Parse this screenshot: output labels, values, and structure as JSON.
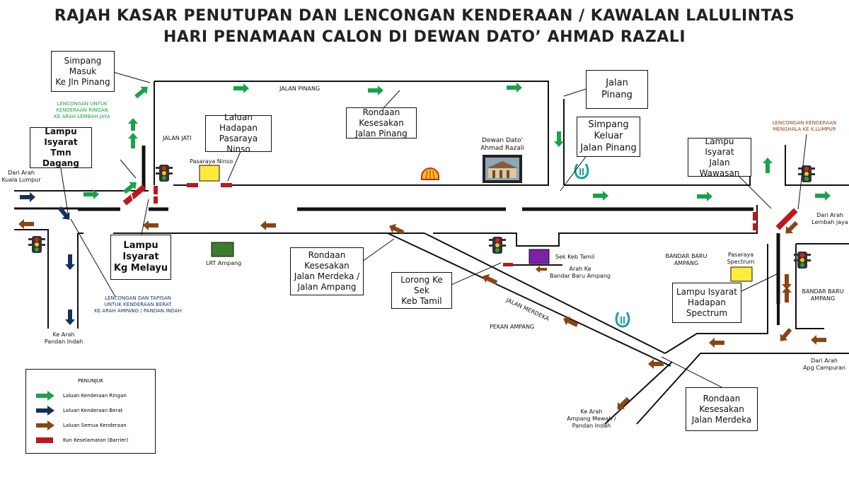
{
  "title_line1": "RAJAH KASAR PENUTUPAN DAN LENCONGAN KENDERAAN / KAWALAN LALULINTAS",
  "title_line2": "HARI PENAMAAN CALON DI DEWAN DATO’ AHMAD RAZALI",
  "colors": {
    "light_vehicle": "#1aa24a",
    "heavy_vehicle": "#13305e",
    "all_vehicle": "#8b4513",
    "barrier": "#c0161b",
    "road": "#111111"
  },
  "callouts": {
    "simpang_masuk": "Simpang Masuk\nKe Jln Pinang",
    "lampu_tmn_dagang": "Lampu Isyarat\nTmn Dagang",
    "laluan_hadapan_ninso": "Laluan Hadapan\nPasaraya Ninso",
    "rondaan_jalan_pinang": "Rondaan Kesesakan\nJalan Pinang",
    "jalan_pinang": "Jalan\nPinang",
    "simpang_keluar": "Simpang\nKeluar\nJalan Pinang",
    "lampu_wawasan": "Lampu\nIsyarat\nJalan Wawasan",
    "lampu_kg_melayu": "Lampu\nIsyarat\nKg Melayu",
    "rondaan_merdeka_ampang": "Rondaan\nKesesakan\nJalan Merdeka /\nJalan Ampang",
    "lorong_keb_tamil": "Lorong Ke\nSek\nKeb Tamil",
    "lampu_spectrum": "Lampu Isyarat\nHadapan\nSpectrum",
    "rondaan_merdeka": "Rondaan\nKesesakan\nJalan Merdeka"
  },
  "labels": {
    "jalan_pinang_road": "JALAN PINANG",
    "jalan_jati": "JALAN JATI",
    "pasaraya_ninso": "Pasaraya Ninso",
    "dewan": "Dewan Dato'\nAhmad Razali",
    "lrt_ampang": "LRT Ampang",
    "sek_keb_tamil": "Sek Keb Tamil",
    "arah_bandar_baru": "Arah Ke\nBandar Baru Ampang",
    "jalan_merdeka": "JALAN MERDEKA",
    "pekan_ampang": "PEKAN AMPANG",
    "bandar_baru_ampang_1": "BANDAR BARU\nAMPANG",
    "pasaraya_spectrum": "Pasaraya\nSpectrum",
    "bandar_baru_ampang_2": "BANDAR BARU\nAMPANG",
    "dari_kl": "Dari Arah\nKuala Lumpur",
    "ke_pandan_indah": "Ke Arah\nPandan Indah",
    "dari_lembah_jaya": "Dari Arah\nLembah jaya",
    "dari_apg_campuran": "Dari Arah\nApg Campuran",
    "ke_ampang_mewah": "Ke Arah\nAmpang Mewah /\nPandan Indah",
    "lencongan_ringan": "LENCONGAN UNTUK\nKENDERAAN RINGAN\nKE ARAH LEMBAH JAYA",
    "lencongan_kl": "LENCONGAN KENDERAAN\nMENGHALA KE K.LUMPUR",
    "lencongan_berat": "LENCONGAN DAN TAPISAN\nUNTUK KENDERAAN BERAT\nKE ARAH AMPANG / PANDAN INDAH"
  },
  "legend": {
    "title": "PENUNJUK",
    "items": [
      {
        "label": "Laluan Kenderaan Ringan",
        "color": "#1aa24a",
        "kind": "arrow"
      },
      {
        "label": "Laluan Kenderaan Berat",
        "color": "#13305e",
        "kind": "arrow"
      },
      {
        "label": "Laluan Semua Kenderaan",
        "color": "#8b4513",
        "kind": "arrow"
      },
      {
        "label": "Kun Keselamatan (Barrier)",
        "color": "#c0161b",
        "kind": "bar"
      }
    ]
  }
}
